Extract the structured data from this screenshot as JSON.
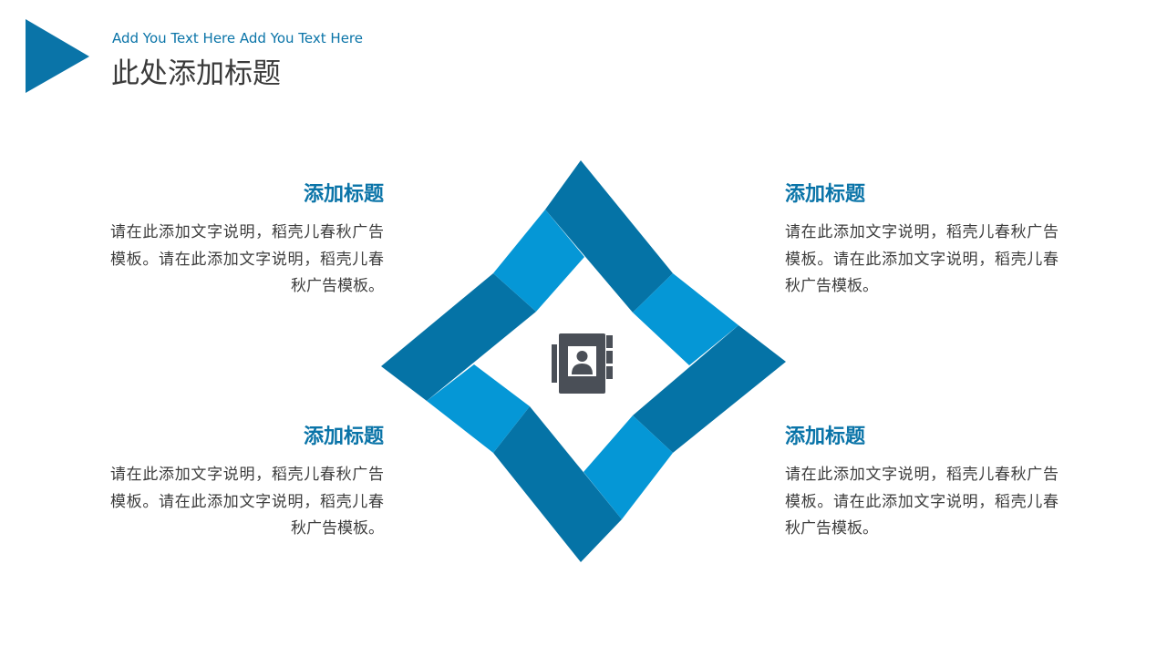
{
  "header": {
    "subtitle": "Add You Text Here Add You Text Here",
    "title": "此处添加标题"
  },
  "colors": {
    "accent": "#0a74a8",
    "dark_blue": "#0573a6",
    "light_blue": "#0597d6",
    "icon_gray": "#4a4f57",
    "text": "#3d3d3d"
  },
  "center_icon": "contact-book-icon",
  "blocks": [
    {
      "title": "添加标题",
      "text": "请在此添加文字说明，稻壳儿春秋广告模板。请在此添加文字说明，稻壳儿春秋广告模板。"
    },
    {
      "title": "添加标题",
      "text": "请在此添加文字说明，稻壳儿春秋广告模板。请在此添加文字说明，稻壳儿春秋广告模板。"
    },
    {
      "title": "添加标题",
      "text": "请在此添加文字说明，稻壳儿春秋广告模板。请在此添加文字说明，稻壳儿春秋广告模板。"
    },
    {
      "title": "添加标题",
      "text": "请在此添加文字说明，稻壳儿春秋广告模板。请在此添加文字说明，稻壳儿春秋广告模板。"
    }
  ]
}
